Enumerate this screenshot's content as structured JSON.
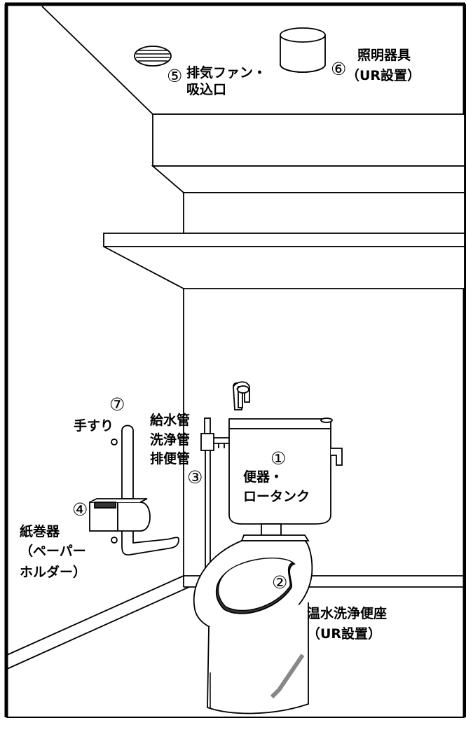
{
  "colors": {
    "line": "#000000",
    "fill": "#ffffff",
    "shade": "#555555",
    "floor_mark": "#9a9a9a"
  },
  "labels": {
    "fan_num": "⑤",
    "fan_line1": "排気ファン・",
    "fan_line2": "吸込口",
    "light_num": "⑥",
    "light_line1": "照明器具",
    "light_line2": "（UR設置）",
    "handrail_num": "⑦",
    "handrail": "手すり",
    "pipes_line1": "給水管",
    "pipes_line2": "洗浄管",
    "pipes_line3": "排便管",
    "pipes_num": "③",
    "tank_num": "①",
    "tank_line1": "便器・",
    "tank_line2": "ロータンク",
    "paper_num": "④",
    "paper_line1": "紙巻器",
    "paper_line2": "（ペーパー",
    "paper_line3": "ホルダー）",
    "seat_num": "②",
    "seat_line1": "温水洗浄便座",
    "seat_line2": "（UR設置）"
  }
}
